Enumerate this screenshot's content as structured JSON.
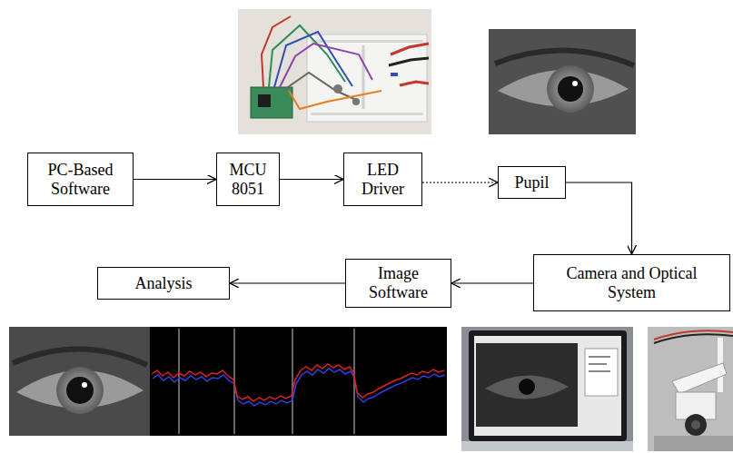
{
  "diagram": {
    "nodes": [
      {
        "text": [
          "PC-Based Software"
        ]
      },
      {
        "text": [
          "MCU 8051"
        ]
      },
      {
        "text": [
          "LED Driver"
        ]
      },
      {
        "text": [
          "Pupil"
        ]
      },
      {
        "text": [
          "Camera and Optical System"
        ]
      },
      {
        "text": [
          "Image Software"
        ]
      },
      {
        "text": [
          "Analysis"
        ]
      }
    ],
    "edges": [
      {
        "from": 0,
        "to": 1,
        "arrow": "to"
      },
      {
        "from": 1,
        "to": 2,
        "arrow": "to"
      },
      {
        "from": 2,
        "to": 3,
        "arrow": "to"
      },
      {
        "from": 3,
        "to": 4,
        "arrow": "to"
      },
      {
        "from": 4,
        "to": 5,
        "arrow": "to"
      },
      {
        "from": 5,
        "to": 6,
        "arrow": "to"
      }
    ]
  }
}
